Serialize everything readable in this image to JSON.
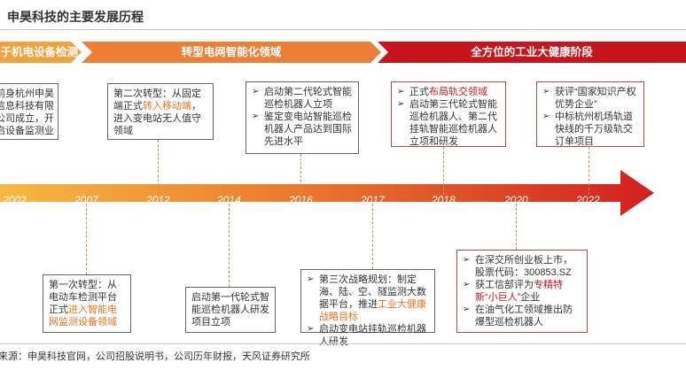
{
  "title": "申昊科技的主要发展历程",
  "phases": [
    {
      "label": "求于机电设备检测",
      "color": "#f2a03a"
    },
    {
      "label": "转型电网智能化领域",
      "color": "#ec7e35"
    },
    {
      "label": "全方位的工业大健康阶段",
      "color": "#c8141c"
    }
  ],
  "years": [
    "2002",
    "2007",
    "2012",
    "2014",
    "2016",
    "2017",
    "2018",
    "2020",
    "2022"
  ],
  "events": {
    "e2002": "前身杭州申昊信息科技有限公司成立，开启设备监测业务",
    "e2007": {
      "pre": "第一次转型：从电动车检测平台正式",
      "hl": "进入智能电网监测设备领域",
      "post": ""
    },
    "e2012": {
      "pre": "第二次转型：从固定端正式",
      "hl": "转入移动端",
      "post": "，进入变电站无人值守领域"
    },
    "e2014": "启动第一代轮式智能巡检机器人研发项目立项",
    "e2016": [
      "启动第二代轮式智能巡检机器人立项",
      "鉴定变电站智能巡检机器人产品达到国际先进水平"
    ],
    "e2017": {
      "item1": "第三次战略规划：制定海、陆、空、隧监测大数据平台，推进",
      "item1_hl": "工业大健康战略目标",
      "item2": "启动变电站挂轨巡检机器人研发"
    },
    "e2018": {
      "item1_pre": "正式",
      "item1_hl": "布局轨交领域",
      "item2": "启动第三代轮式智能巡检机器人、第二代挂轨智能巡检机器人立项和研发"
    },
    "e2020": {
      "item1": "在深交所创业板上市，股票代码：300853.SZ",
      "item2_pre": "获工信部评为",
      "item2_hl": "专精特新“小巨人”",
      "item2_post": "企业",
      "item3": "在油气化工领域推出防爆型巡检机器人"
    },
    "e2022": [
      "获评“国家知识产权优势企业”",
      "中标杭州机场轨道快线的千万级轨交订单项目"
    ]
  },
  "source": "资料来源：申昊科技官网，公司招股说明书，公司历年财报，天风证券研究所",
  "colors": {
    "arrow_start": "#f5b942",
    "arrow_mid": "#ea7a2f",
    "arrow_end": "#d21f1f",
    "highlight": "#e8731f",
    "dashed": "#d08a5a"
  }
}
